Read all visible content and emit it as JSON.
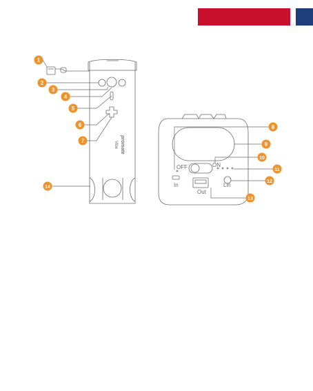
{
  "colors": {
    "accent": "#F0922B",
    "red_bar": "#C8102E",
    "blue_bar": "#1F3D78",
    "line": "#6b6b6b"
  },
  "device_side": {
    "brand": "promate",
    "model": "Vibe"
  },
  "device_top": {
    "label_off": "OFF",
    "label_on": "ON",
    "label_in": "In",
    "label_out": "Out",
    "label_lin": "Lin"
  },
  "callouts": [
    "1",
    "2",
    "3",
    "4",
    "5",
    "6",
    "7",
    "8",
    "9",
    "10",
    "11",
    "12",
    "13",
    "14"
  ]
}
